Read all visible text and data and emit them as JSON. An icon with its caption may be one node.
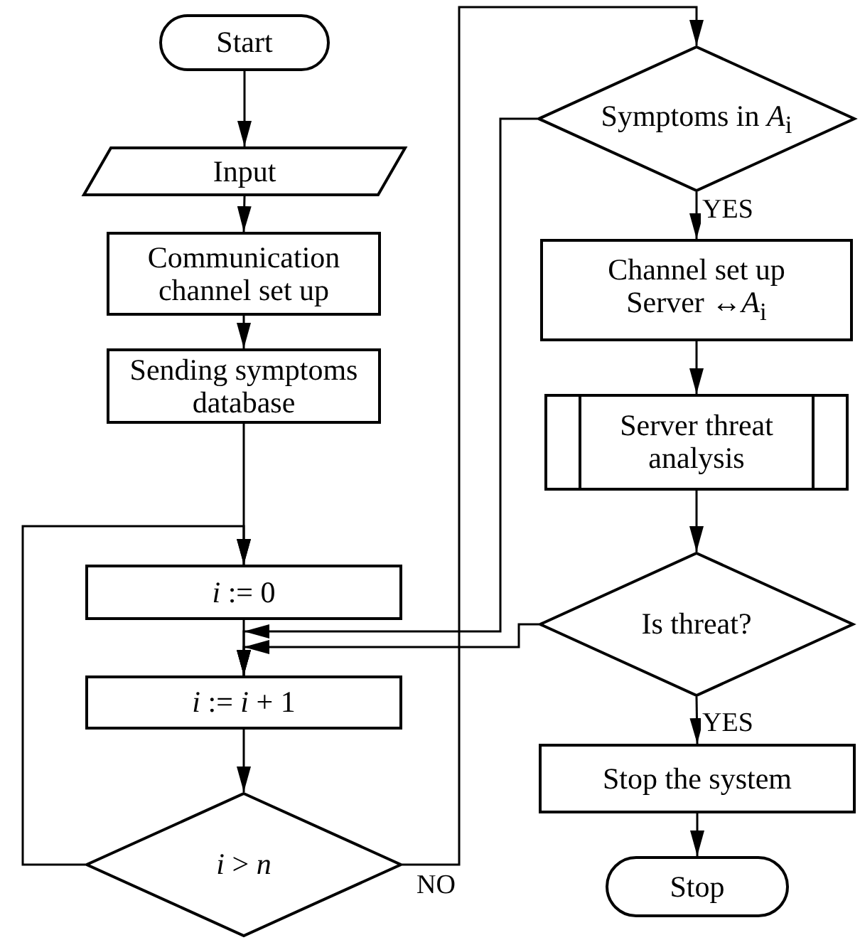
{
  "diagram": {
    "nodes": [
      {
        "text": [
          "Start"
        ]
      },
      {
        "text": [
          "Input"
        ]
      },
      {
        "text": [
          "Communication channel set up"
        ]
      },
      {
        "text": [
          "Sending symptoms database"
        ]
      },
      {
        "text": [
          "*i* := 0"
        ]
      },
      {
        "text": [
          "*i* := *i* + 1"
        ]
      },
      {
        "text": [
          "*i* > *n*"
        ]
      },
      {
        "text": [
          "Symptoms in *A*$_{i}$"
        ]
      },
      {
        "text": [
          "Channel set up Server ↔*A*$_{i}$"
        ]
      },
      {
        "text": [
          "Server threat analysis"
        ]
      },
      {
        "text": [
          "Is threat?"
        ]
      },
      {
        "text": [
          "Stop the system"
        ]
      },
      {
        "text": [
          "Stop"
        ]
      }
    ],
    "edges": [
      {
        "from": 0,
        "to": 1,
        "arrow": "to"
      },
      {
        "from": 1,
        "to": 2,
        "arrow": "to"
      },
      {
        "from": 2,
        "to": 3,
        "arrow": "to"
      },
      {
        "from": 3,
        "to": 4,
        "arrow": "to"
      },
      {
        "from": 4,
        "to": 5,
        "arrow": "to"
      },
      {
        "from": 5,
        "to": 6,
        "arrow": "to"
      },
      {
        "from": 6,
        "to": 7,
        "arrow": "to",
        "label": "NO"
      },
      {
        "from": 6,
        "to": 4,
        "arrow": "to"
      },
      {
        "from": 7,
        "to": 8,
        "arrow": "to",
        "label": "YES"
      },
      {
        "from": 7,
        "to": 5,
        "arrow": "to"
      },
      {
        "from": 8,
        "to": 9,
        "arrow": "to"
      },
      {
        "from": 9,
        "to": 10,
        "arrow": "to"
      },
      {
        "from": 10,
        "to": 5,
        "arrow": "to"
      },
      {
        "from": 10,
        "to": 11,
        "arrow": "to",
        "label": "YES"
      },
      {
        "from": 11,
        "to": 12,
        "arrow": "to"
      }
    ]
  }
}
